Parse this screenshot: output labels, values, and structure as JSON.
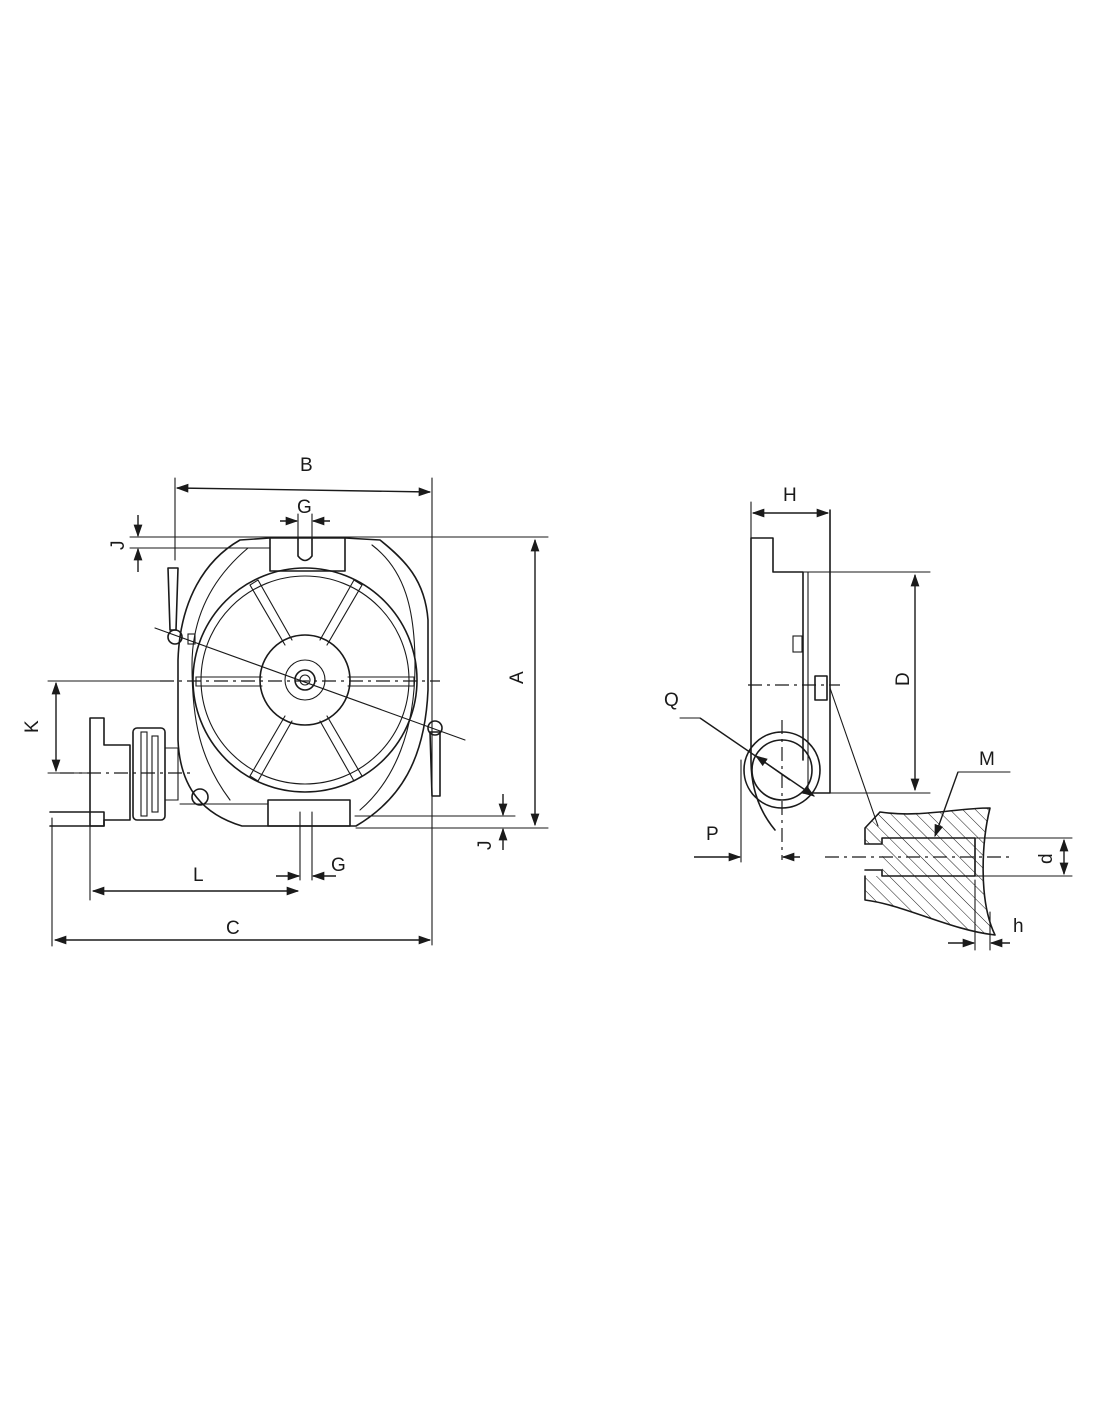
{
  "labels": {
    "A": "A",
    "B": "B",
    "C": "C",
    "D": "D",
    "G": "G",
    "H": "H",
    "J": "J",
    "K": "K",
    "L": "L",
    "M": "M",
    "P": "P",
    "Q": "Q",
    "d": "d",
    "h": "h"
  },
  "colors": {
    "line": "#1a1a1a",
    "background": "#ffffff"
  }
}
